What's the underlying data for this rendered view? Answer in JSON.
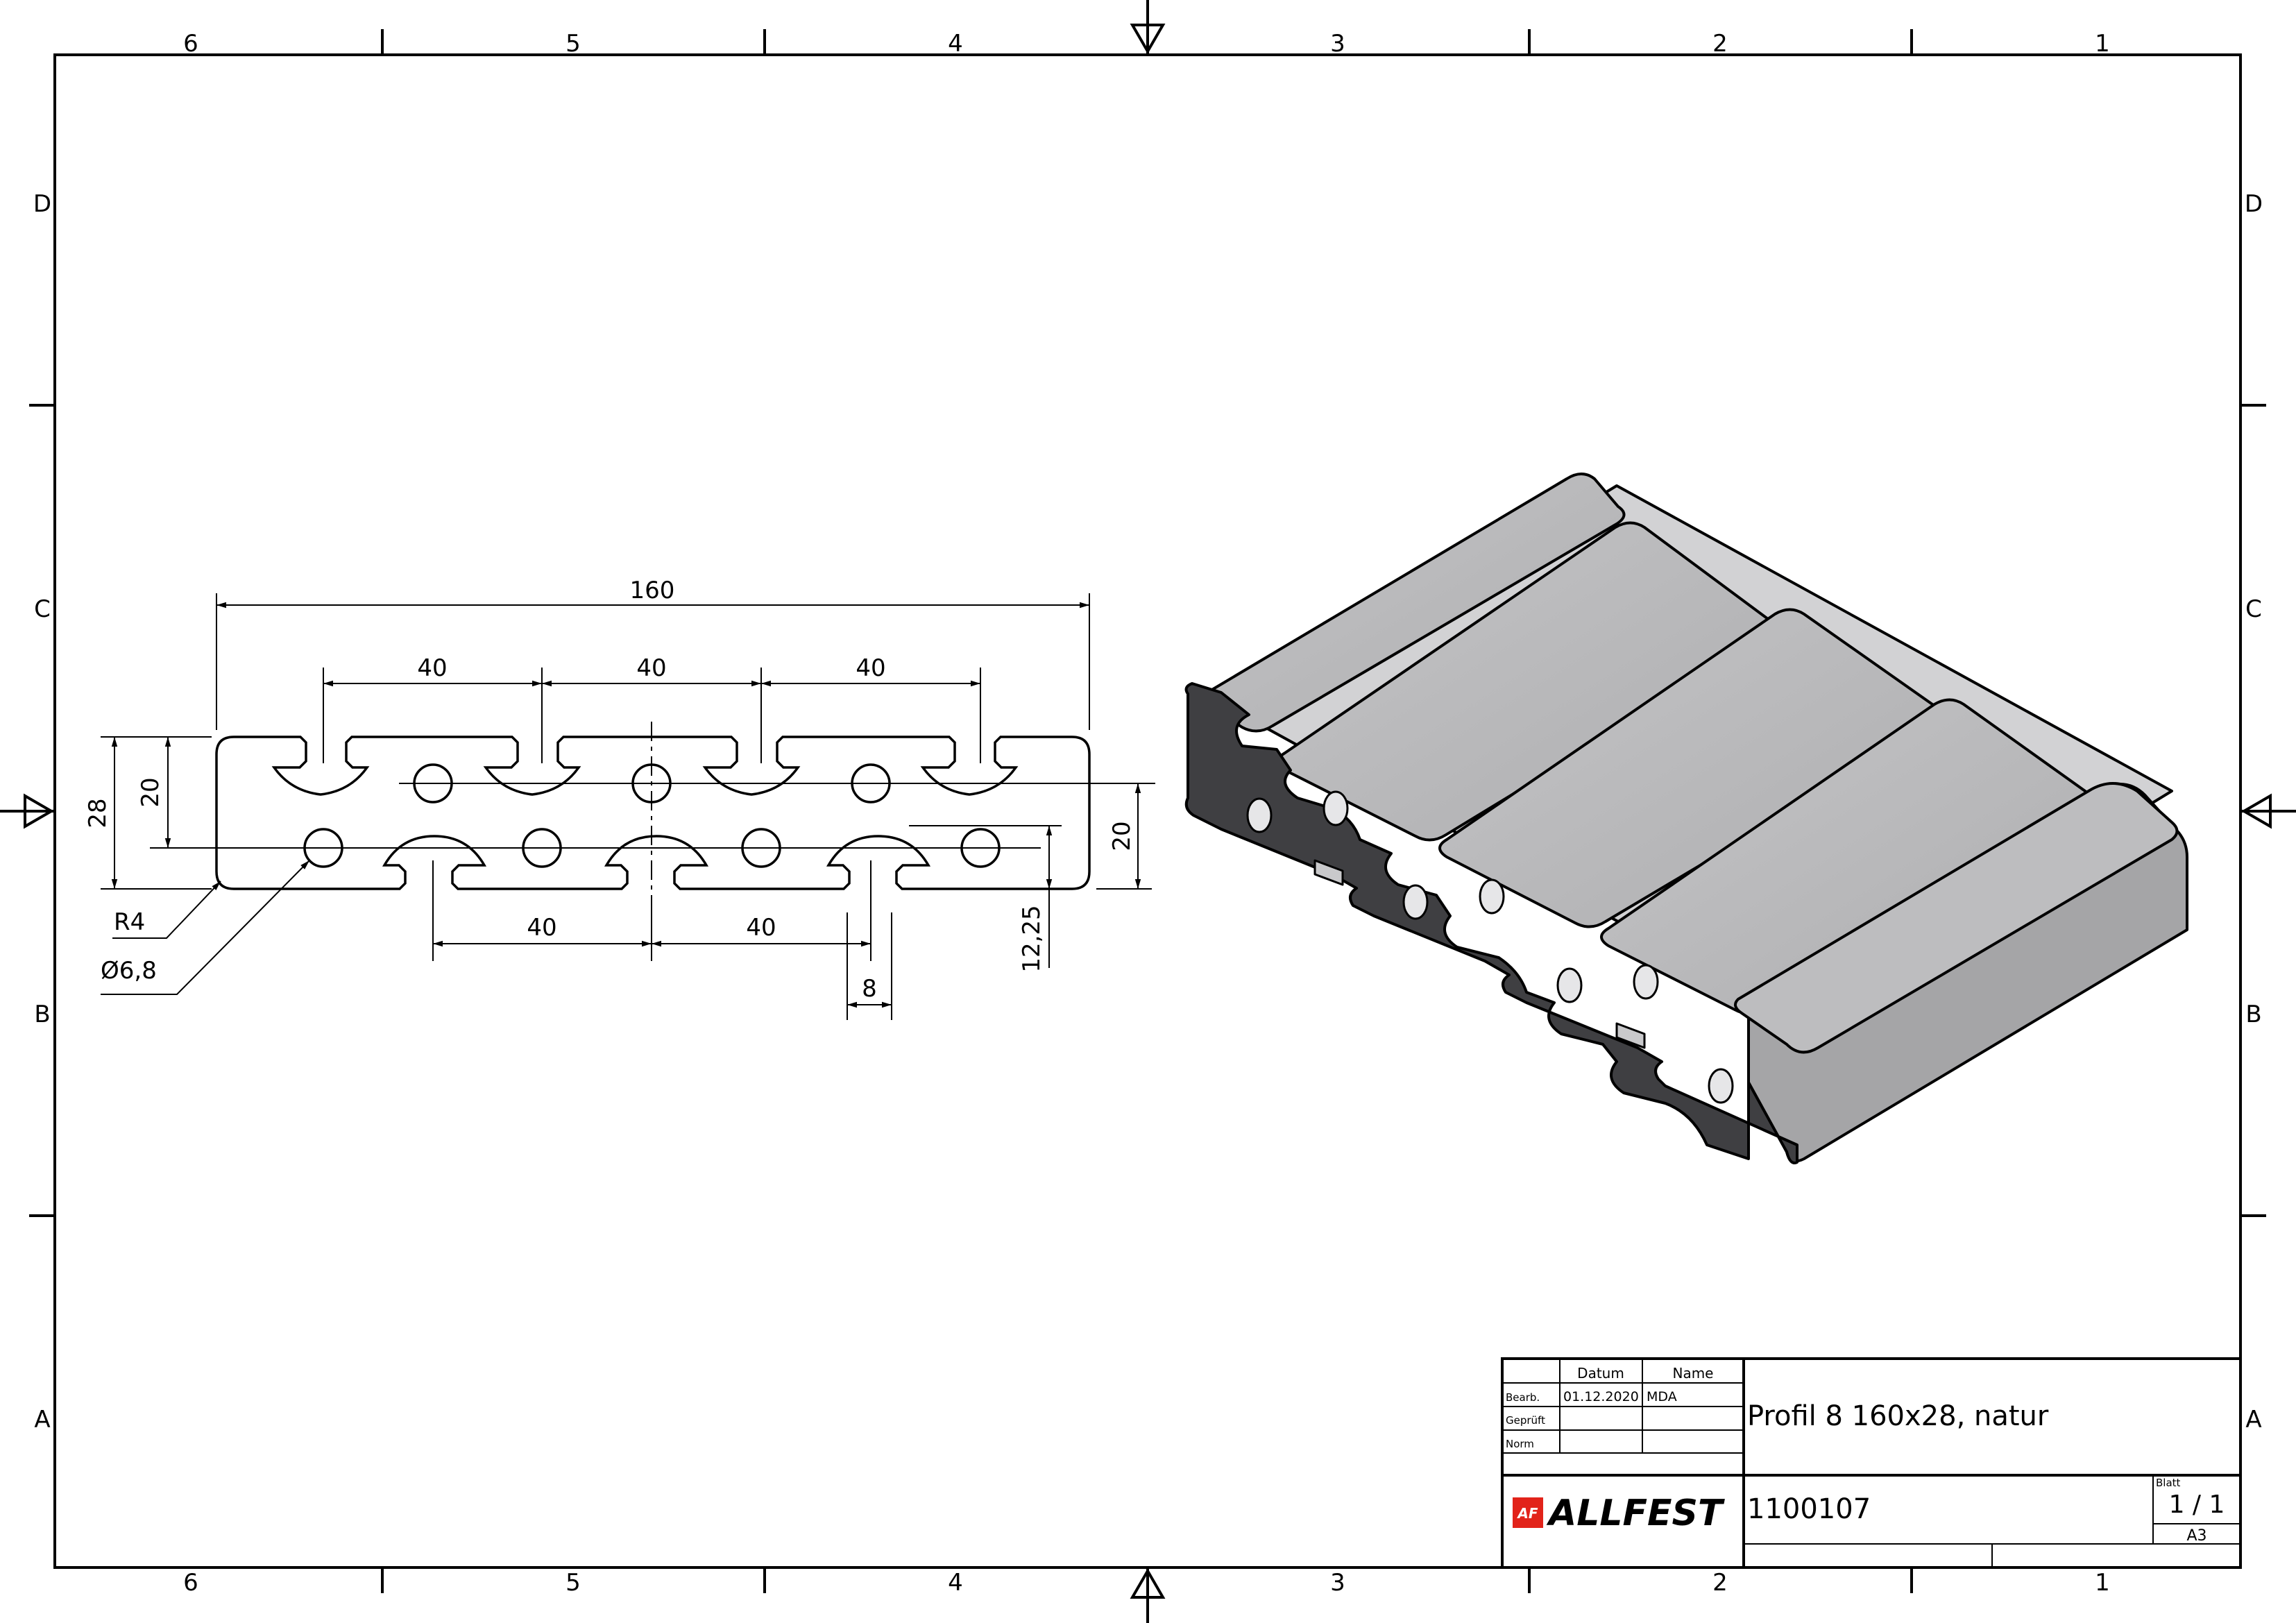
{
  "zones": {
    "columns": [
      "6",
      "5",
      "4",
      "3",
      "2",
      "1"
    ],
    "rows": [
      "D",
      "C",
      "B",
      "A"
    ]
  },
  "dimensions": {
    "width_total": "160",
    "pitch_top": [
      "40",
      "40",
      "40"
    ],
    "pitch_bottom": [
      "40",
      "40"
    ],
    "height_total": "28",
    "height_inner_left": "20",
    "height_inner_right": "20",
    "center_offset": "12,25",
    "slot_width": "8",
    "radius": "R4",
    "hole_diameter": "Ø6,8"
  },
  "title_block": {
    "header_datum": "Datum",
    "header_name": "Name",
    "rows": [
      {
        "label": "Bearb.",
        "date": "01.12.2020",
        "name": "MDA"
      },
      {
        "label": "Geprüft",
        "date": "",
        "name": ""
      },
      {
        "label": "Norm",
        "date": "",
        "name": ""
      }
    ],
    "title": "Profil 8 160x28, natur",
    "part_number": "1100107",
    "sheet_label": "Blatt",
    "sheet_value": "1 / 1",
    "format": "A3",
    "logo_text": "ALLFEST",
    "logo_mark": "AF"
  },
  "colors": {
    "line": "#000000",
    "profile_top": "#b9b9bb",
    "profile_side": "#9a9a9c",
    "profile_section": "#3f3f42",
    "logo_red": "#e2231a"
  }
}
